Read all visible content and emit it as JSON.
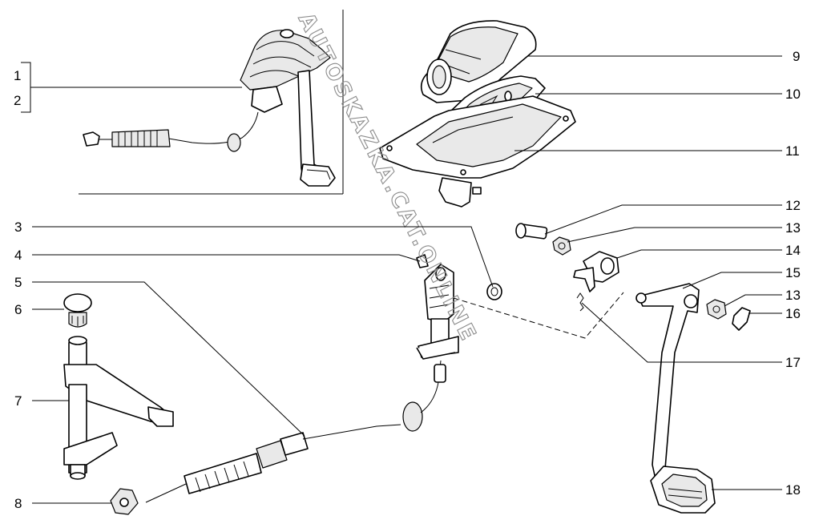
{
  "watermark": "AUTOSKAZKA.CAT.ONLINE",
  "callouts": [
    {
      "id": "1",
      "text": "1"
    },
    {
      "id": "2",
      "text": "2"
    },
    {
      "id": "3",
      "text": "3"
    },
    {
      "id": "4",
      "text": "4"
    },
    {
      "id": "5",
      "text": "5"
    },
    {
      "id": "6",
      "text": "6"
    },
    {
      "id": "7",
      "text": "7"
    },
    {
      "id": "8",
      "text": "8"
    },
    {
      "id": "9",
      "text": "9"
    },
    {
      "id": "10",
      "text": "10"
    },
    {
      "id": "11",
      "text": "11"
    },
    {
      "id": "12",
      "text": "12"
    },
    {
      "id": "13a",
      "text": "13"
    },
    {
      "id": "14",
      "text": "14"
    },
    {
      "id": "15",
      "text": "15"
    },
    {
      "id": "13b",
      "text": "13"
    },
    {
      "id": "16",
      "text": "16"
    },
    {
      "id": "17",
      "text": "17"
    },
    {
      "id": "18",
      "text": "18"
    }
  ]
}
